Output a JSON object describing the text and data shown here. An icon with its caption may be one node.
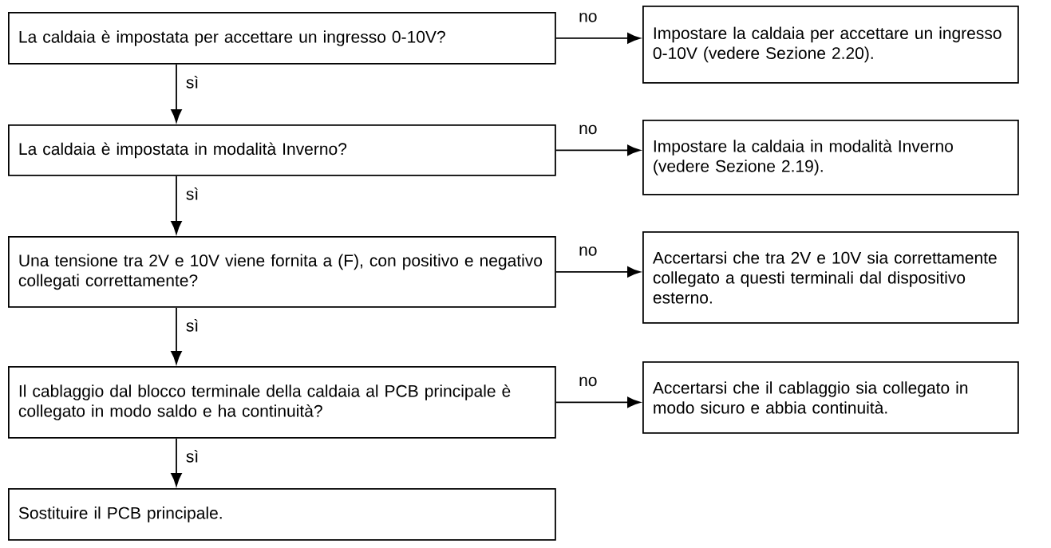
{
  "diagram": {
    "nodes": [
      {
        "text": [
          "La caldaia è impostata per accettare un ingresso 0-10V?"
        ]
      },
      {
        "text": [
          "Impostare la caldaia per accettare un ingresso 0-10V (vedere Sezione 2.20)."
        ]
      },
      {
        "text": [
          "La caldaia è impostata in modalità Inverno?"
        ]
      },
      {
        "text": [
          "Impostare la caldaia in modalità Inverno (vedere Sezione 2.19)."
        ]
      },
      {
        "text": [
          "Una tensione tra 2V e 10V viene fornita a (F), con positivo e negativo collegati correttamente?"
        ]
      },
      {
        "text": [
          "Accertarsi che tra 2V e 10V sia correttamente collegato a questi terminali dal dispositivo esterno."
        ]
      },
      {
        "text": [
          "Il cablaggio dal blocco terminale della caldaia al PCB principale è collegato in modo saldo e ha continuità?"
        ]
      },
      {
        "text": [
          "Accertarsi che il cablaggio sia collegato in modo sicuro e abbia continuità."
        ]
      },
      {
        "text": [
          "Sostituire il PCB principale."
        ]
      }
    ],
    "edges": [
      {
        "from": 0,
        "to": 1,
        "arrow": "to",
        "label": "no"
      },
      {
        "from": 0,
        "to": 2,
        "arrow": "to",
        "label": "sì"
      },
      {
        "from": 2,
        "to": 3,
        "arrow": "to",
        "label": "no"
      },
      {
        "from": 2,
        "to": 4,
        "arrow": "to",
        "label": "sì"
      },
      {
        "from": 4,
        "to": 5,
        "arrow": "to",
        "label": "no"
      },
      {
        "from": 4,
        "to": 6,
        "arrow": "to",
        "label": "sì"
      },
      {
        "from": 6,
        "to": 7,
        "arrow": "to",
        "label": "no"
      },
      {
        "from": 6,
        "to": 8,
        "arrow": "to",
        "label": "sì"
      }
    ]
  }
}
